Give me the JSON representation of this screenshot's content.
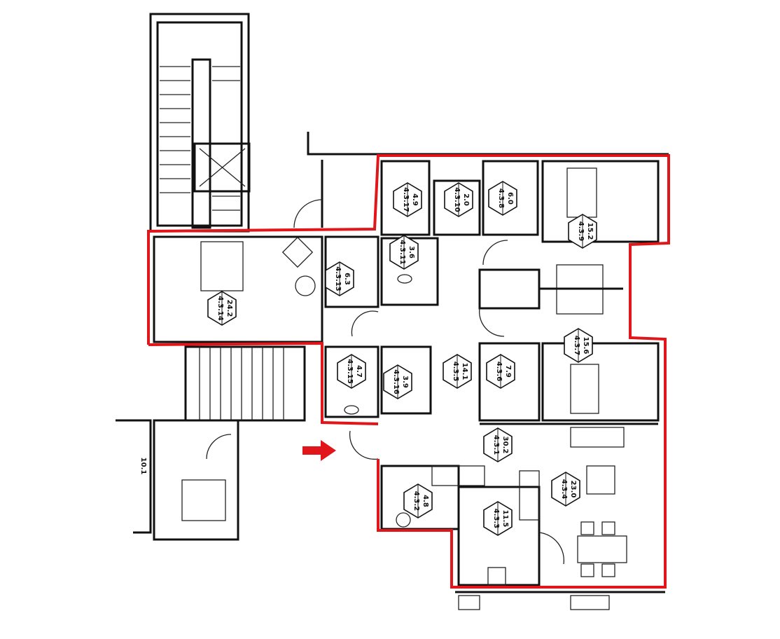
{
  "plan": {
    "outline_color": "#e0161b",
    "arrow_color": "#e0161b",
    "external_label": "10.1",
    "rooms": [
      {
        "id": "4.3.17",
        "area": "4.9"
      },
      {
        "id": "4.3.10",
        "area": "2.0"
      },
      {
        "id": "4.3.8",
        "area": "6.0"
      },
      {
        "id": "4.3.9",
        "area": "15.2"
      },
      {
        "id": "4.3.11",
        "area": "3.6"
      },
      {
        "id": "4.3.13",
        "area": "6.3"
      },
      {
        "id": "4.3.14",
        "area": "24.2"
      },
      {
        "id": "4.3.15",
        "area": "4.7"
      },
      {
        "id": "4.3.16",
        "area": "3.9"
      },
      {
        "id": "4.3.5",
        "area": "14.1"
      },
      {
        "id": "4.3.6",
        "area": "7.9"
      },
      {
        "id": "4.3.7",
        "area": "15.6"
      },
      {
        "id": "4.3.1",
        "area": "30.2"
      },
      {
        "id": "4.3.2",
        "area": "4.8"
      },
      {
        "id": "4.3.3",
        "area": "11.5"
      },
      {
        "id": "4.3.4",
        "area": "23.0"
      }
    ]
  }
}
